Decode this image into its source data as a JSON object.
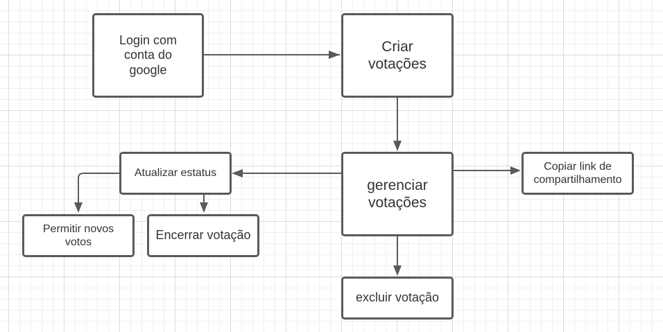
{
  "diagram": {
    "nodes": {
      "login": "Login com\nconta do\ngoogle",
      "criar": "Criar\nvotações",
      "gerenciar": "gerenciar\nvotações",
      "atualizar": "Atualizar estatus",
      "copiar": "Copiar link de\ncompartilhamento",
      "permitir": "Permitir novos\nvotos",
      "encerrar": "Encerrar votação",
      "excluir": "excluir votação"
    },
    "edges": [
      {
        "from": "login",
        "to": "criar"
      },
      {
        "from": "criar",
        "to": "gerenciar"
      },
      {
        "from": "gerenciar",
        "to": "atualizar"
      },
      {
        "from": "gerenciar",
        "to": "copiar"
      },
      {
        "from": "gerenciar",
        "to": "excluir"
      },
      {
        "from": "atualizar",
        "to": "permitir"
      },
      {
        "from": "atualizar",
        "to": "encerrar"
      }
    ],
    "colors": {
      "stroke": "#5a5a5a",
      "text": "#333333",
      "grid": "#dcdcdc"
    }
  }
}
